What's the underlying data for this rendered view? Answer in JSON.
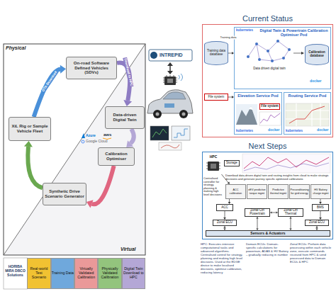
{
  "diagram": {
    "nodes": [
      {
        "text": [
          "On-road Software Defined Vehicles (SDVs)"
        ]
      },
      {
        "text": [
          "XiL Rig or Sample Vehicle Fleet"
        ]
      },
      {
        "text": [
          "Data-driven Digital Twin"
        ]
      },
      {
        "text": [
          "Calibration Optimiser"
        ]
      },
      {
        "text": [
          "Synthetic Drive Scenario Generator"
        ]
      },
      {
        "text": [
          "Current Status"
        ]
      },
      {
        "text": [
          "Training data database"
        ],
        "in": 5
      },
      {
        "text": [
          "Digital Twin & Powertrain Calibration Optimiser Pod"
        ],
        "in": 5
      },
      {
        "text": [
          "Calibration database"
        ],
        "in": 7
      },
      {
        "text": [
          "File system"
        ],
        "in": 5
      },
      {
        "text": [
          "Elevation Service Pod"
        ],
        "in": 5
      },
      {
        "text": [
          "File system"
        ],
        "in": 10
      },
      {
        "text": [
          "Routing Service Pod"
        ],
        "in": 5
      },
      {
        "text": [
          "Next Steps"
        ]
      },
      {
        "text": [
          "HPC"
        ],
        "in": 13
      },
      {
        "text": [
          "Storage"
        ],
        "in": 13
      },
      {
        "text": [
          "ACC calibration"
        ],
        "in": 13
      },
      {
        "text": [
          "eEV predictive torque mgmt"
        ],
        "in": 13
      },
      {
        "text": [
          "Predictive thermal mgmt"
        ],
        "in": 13
      },
      {
        "text": [
          "Preconditioning for grid energy"
        ],
        "in": 13
      },
      {
        "text": [
          "HV Battery charge mgmt"
        ],
        "in": 13
      },
      {
        "text": [
          "ACC"
        ],
        "in": 13
      },
      {
        "text": [
          "BMS"
        ],
        "in": 13
      },
      {
        "text": [
          "Zonal Ctrl Powertrain"
        ],
        "in": 13
      },
      {
        "text": [
          "Zonal Ctrl Thermal"
        ],
        "in": 13
      },
      {
        "text": [
          "Zonal ECU"
        ],
        "in": 13
      },
      {
        "text": [
          "Zonal ECU"
        ],
        "in": 13
      },
      {
        "text": [
          "Sensors & Actuators"
        ],
        "in": 13
      }
    ],
    "edges": [
      {
        "from": 1,
        "to": 0,
        "label": "OTA Download",
        "arrow": "to"
      },
      {
        "from": 0,
        "to": 2,
        "label": "Download to HPC",
        "arrow": "to"
      },
      {
        "from": 2,
        "to": 3,
        "arrow": "to"
      },
      {
        "from": 3,
        "to": 4,
        "arrow": "to"
      },
      {
        "from": 4,
        "to": 1,
        "arrow": "to"
      },
      {
        "from": 6,
        "to": 7,
        "label": "Training data",
        "arrow": "to"
      },
      {
        "from": 9,
        "to": 10,
        "arrow": "to"
      },
      {
        "from": 14,
        "to": 16,
        "arrow": "to"
      },
      {
        "from": 16,
        "to": 21,
        "arrow": "to"
      },
      {
        "from": 20,
        "to": 22,
        "arrow": "to"
      },
      {
        "from": 21,
        "to": 25,
        "arrow": "to"
      },
      {
        "from": 22,
        "to": 26,
        "arrow": "to"
      },
      {
        "from": 25,
        "to": 27,
        "arrow": "both"
      },
      {
        "from": 23,
        "to": 27,
        "arrow": "both"
      },
      {
        "from": 24,
        "to": 27,
        "arrow": "both"
      },
      {
        "from": 26,
        "to": 27,
        "arrow": "both"
      },
      {
        "from": 23,
        "to": 24,
        "arrow": "both"
      }
    ],
    "labels": [
      "Physical",
      "Virtual",
      "Azure",
      "aws",
      "Google Cloud",
      "INTREPID",
      "HORIBA MIRA DBCO Solutions",
      "kubernetes",
      "docker",
      "Data driven digital twin",
      "kubernetes",
      "docker",
      "kubernetes",
      "docker",
      "Centralised controller for strategy, planning & making high level decisions",
      "Download data-driven digital twin and routing insights from cloud to make strategic decisions and generate journey specific optimised calibrations",
      "HPC: Executes intensive computational tasks and advanced algorithms. Centralised control for strategy, planning and making high level decisions. Used at the EDGE device to make localised decisions, optimise calibration, reducing latency",
      "Domain ECUs: Domain-specific calculations for powertrain, ADAS & HV Battery – gradually reducing in number",
      "Zonal ECUs: Perform data processing within each vehicle zone, execute commands received from HPC & send processed data to Domain ECUs & HPC"
    ],
    "legend": [
      {
        "text": "Real-world Test Scenario",
        "color": "#f1c232"
      },
      {
        "text": "Training Data",
        "color": "#6fa8dc"
      },
      {
        "text": "Virtually Validated Calibration",
        "color": "#ea9999"
      },
      {
        "text": "Physically Validated Calibration",
        "color": "#93c47d"
      },
      {
        "text": "Digital Twin Download to HPC",
        "color": "#b4a7d6"
      }
    ]
  }
}
